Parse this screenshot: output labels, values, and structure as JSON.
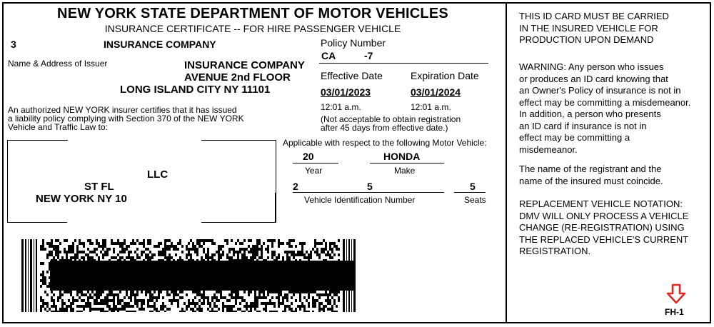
{
  "header": {
    "title": "NEW YORK STATE DEPARTMENT OF MOTOR VEHICLES",
    "subtitle": "INSURANCE CERTIFICATE -- FOR HIRE PASSENGER VEHICLE"
  },
  "insurer": {
    "code": "3",
    "company": "INSURANCE COMPANY",
    "name_address_label": "Name & Address of Issuer",
    "issuer_name": "INSURANCE COMPANY",
    "issuer_street": "AVENUE 2nd FLOOR",
    "issuer_city": "LONG ISLAND CITY NY 11101",
    "certification_line1": "An authorized NEW YORK insurer certifies that it has issued",
    "certification_line2": "a liability policy complying with Section 370 of the NEW YORK",
    "certification_line3": "Vehicle and Traffic Law to:"
  },
  "insured": {
    "name": "LLC",
    "street": "ST FL",
    "city": "NEW YORK  NY 10"
  },
  "policy": {
    "number_label": "Policy Number",
    "number_prefix": "CA",
    "number_suffix": "-7",
    "effective_label": "Effective Date",
    "expiration_label": "Expiration Date",
    "effective_date": "03/01/2023",
    "expiration_date": "03/01/2024",
    "effective_time": "12:01 a.m.",
    "expiration_time": "12:01 a.m.",
    "note_line1": "(Not acceptable to obtain registration",
    "note_line2": "after 45 days from effective date.)"
  },
  "vehicle": {
    "applicable_label": "Applicable with respect to the following Motor Vehicle:",
    "year": "20",
    "year_label": "Year",
    "make": "HONDA",
    "make_label": "Make",
    "vin_start": "2",
    "vin_end": "5",
    "vin_label": "Vehicle Identification Number",
    "seats": "5",
    "seats_label": "Seats"
  },
  "notices": {
    "carry": "THIS ID CARD MUST BE CARRIED\nIN THE INSURED VEHICLE FOR\nPRODUCTION UPON DEMAND",
    "warning": "WARNING: Any person who issues\nor produces an ID card knowing that\nan Owner's Policy of insurance is not in\neffect may be committing a misdemeanor.\nIn addition, a person who presents\nan ID card if insurance is not in\neffect may be committing a\nmisdemeanor.",
    "coincide": "The name of the registrant and the\nname of the insured must coincide.",
    "replacement": "REPLACEMENT VEHICLE NOTATION:\nDMV WILL ONLY PROCESS A VEHICLE\nCHANGE (RE-REGISTRATION) USING\nTHE REPLACED VEHICLE'S CURRENT\nREGISTRATION."
  },
  "form_code": "FH-1",
  "colors": {
    "arrow": "#e0261b",
    "ink": "#000000"
  },
  "icons": {
    "arrow": "down-arrow-icon",
    "barcode": "barcode-icon"
  }
}
